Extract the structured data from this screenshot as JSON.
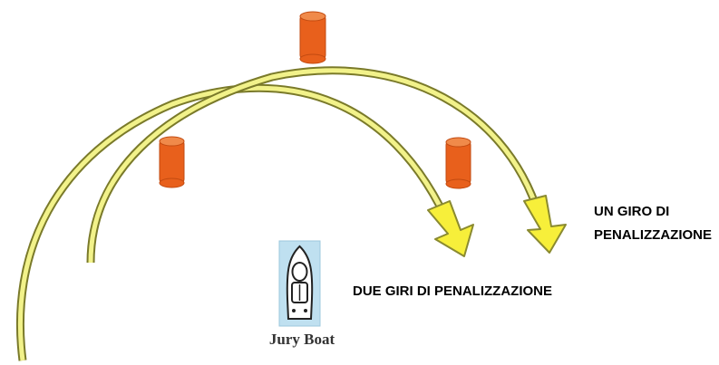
{
  "labels": {
    "one_lap_line1": "UN GIRO DI",
    "one_lap_line2": "PENALIZZAZIONE",
    "two_laps": "DUE GIRI DI PENALIZZAZIONE",
    "jury_boat": "Jury Boat"
  },
  "colors": {
    "track_fill": "#f2f28a",
    "track_stroke": "#7a7a2a",
    "arrow_fill": "#f7ef3a",
    "arrow_stroke": "#8a8a30",
    "buoy_body": "#e8601c",
    "buoy_top": "#f08a4a",
    "jury_frame": "#bfe0f0"
  },
  "icons": {
    "buoys": [
      "buoy-icon",
      "buoy-icon",
      "buoy-icon"
    ],
    "jury": "jury-boat-icon"
  }
}
